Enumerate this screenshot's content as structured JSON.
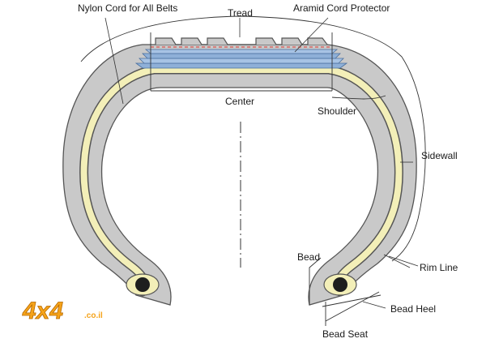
{
  "diagram": {
    "labels": {
      "nylon_cord": "Nylon Cord for All Belts",
      "tread": "Tread",
      "aramid": "Aramid Cord Protector",
      "center": "Center",
      "shoulder": "Shoulder",
      "sidewall": "Sidewall",
      "bead": "Bead",
      "rim_line": "Rim Line",
      "bead_heel": "Bead Heel",
      "bead_seat": "Bead Seat"
    },
    "logo": {
      "main": "4x4",
      "suffix": ".co.il"
    },
    "colors": {
      "rubber": "#c9c9c9",
      "rubber_outline": "#555555",
      "ply": "#f3efb8",
      "belt": "#8fb0d8",
      "belt_outline": "#4a6f9e",
      "protector_dash": "#d9534f",
      "bead_core": "#1e1e1e",
      "logo": "#f5a31a"
    }
  }
}
